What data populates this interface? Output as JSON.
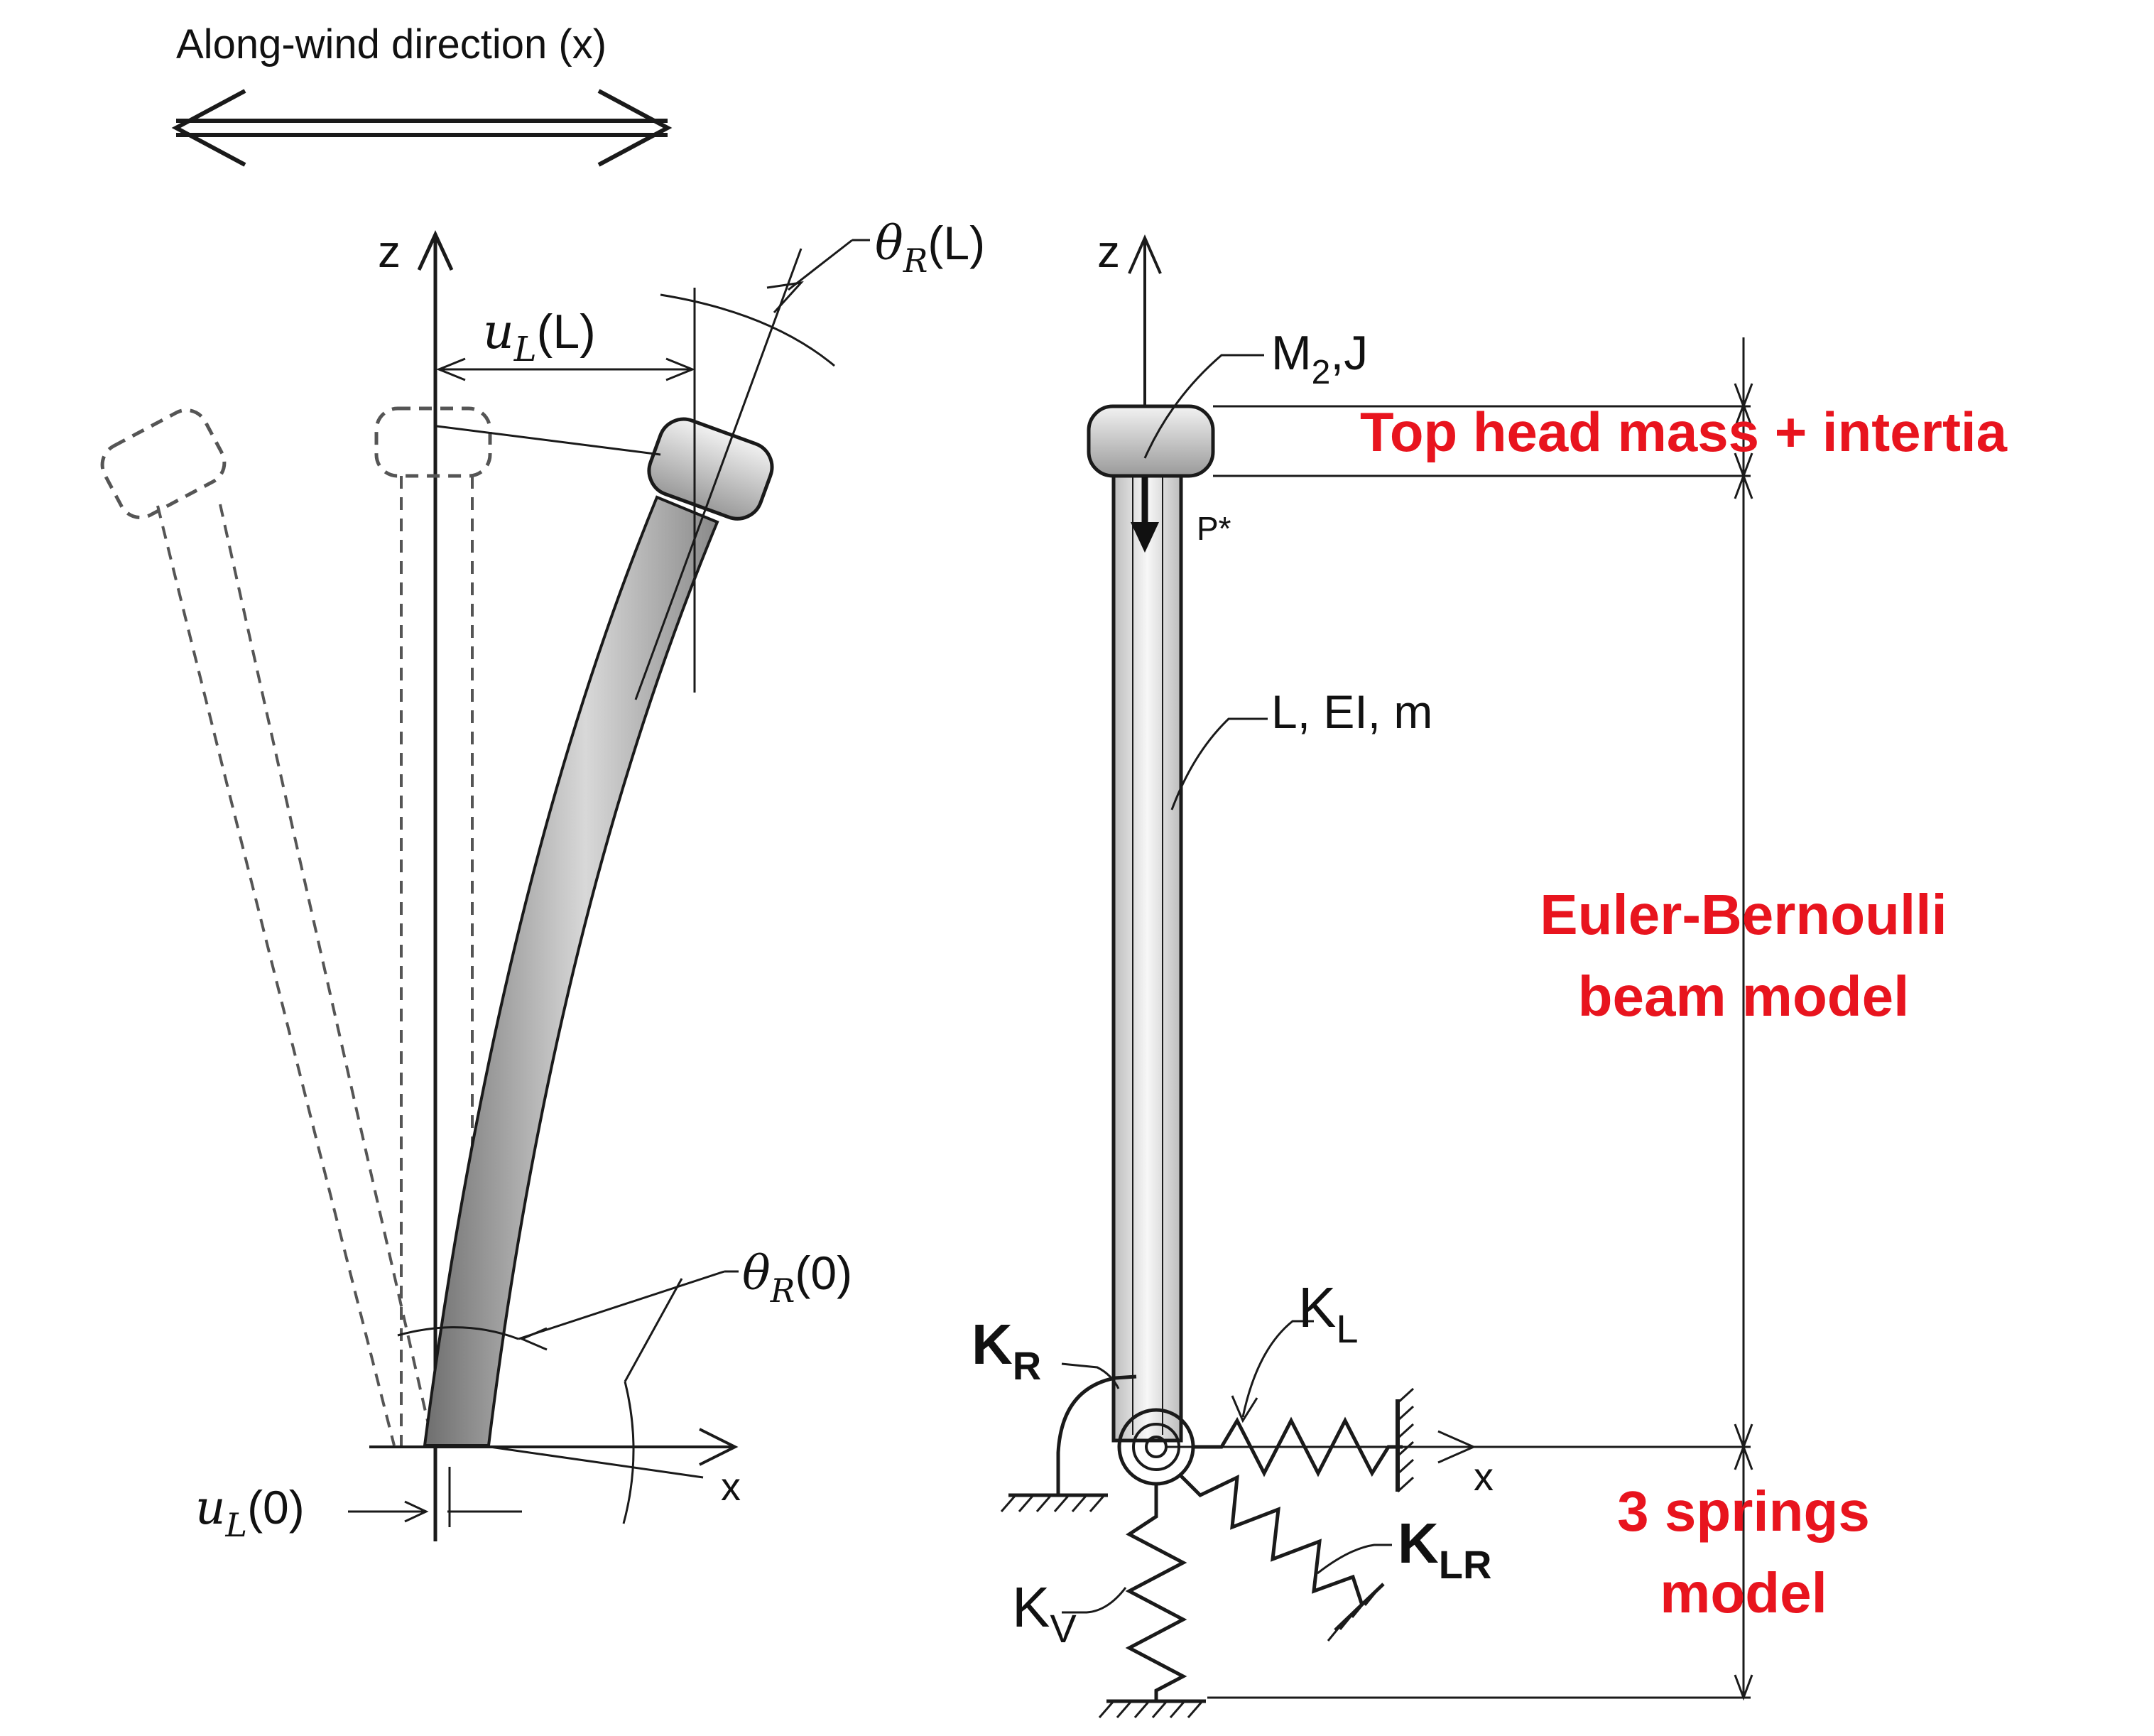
{
  "left_diagram": {
    "wind_label": "Along-wind direction (x)",
    "z_axis": "z",
    "x_axis": "x",
    "theta_top": {
      "sym": "θ",
      "sub": "R",
      "arg": "(L)"
    },
    "u_top": {
      "sym": "u",
      "sub": "L",
      "arg": "(L)"
    },
    "theta_base": {
      "sym": "θ",
      "sub": "R",
      "arg": "(0)"
    },
    "u_base": {
      "sym": "u",
      "sub": "L",
      "arg": "(0)"
    }
  },
  "right_diagram": {
    "z_axis": "z",
    "x_axis": "x",
    "head": {
      "base": "M",
      "sub": "2",
      "tail": ",J"
    },
    "load": "P*",
    "beam_props": "L, EI, m",
    "springs": {
      "rotational": {
        "base": "K",
        "sub": "R"
      },
      "lateral": {
        "base": "K",
        "sub": "L"
      },
      "coupled": {
        "base": "K",
        "sub": "LR"
      },
      "vertical": {
        "base": "K",
        "sub": "V"
      }
    }
  },
  "annotations": {
    "top_head": "Top head mass + intertia",
    "beam_model_line1": "Euler-Bernoulli",
    "beam_model_line2": "beam model",
    "springs_model_line1": "3 springs",
    "springs_model_line2": "model"
  },
  "colors": {
    "annotation": "#e8141e",
    "line": "#1a1a1a"
  }
}
